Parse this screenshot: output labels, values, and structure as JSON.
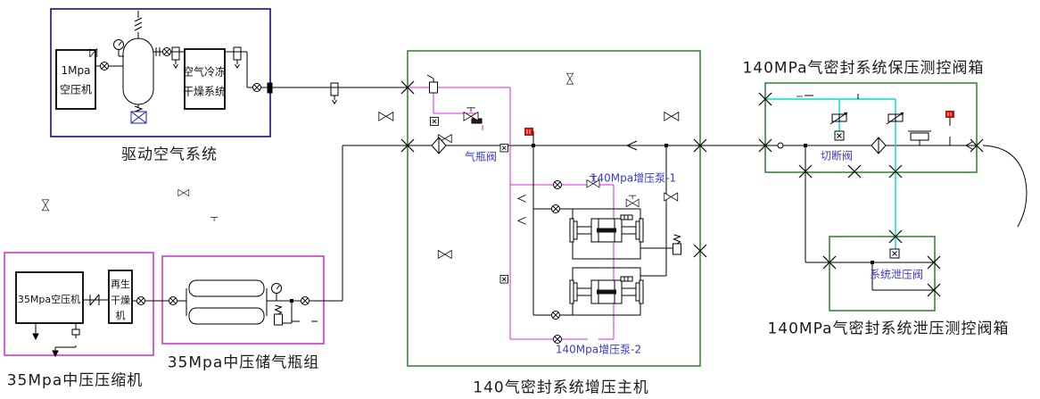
{
  "diagram": {
    "title_domain": "gas-seal pressure test system P&ID",
    "sections": {
      "drive_air": {
        "label": "驱动空气系统"
      },
      "mp_compressor": {
        "label": "35Mpa中压压缩机"
      },
      "mp_storage": {
        "label": "35Mpa中压储气瓶组"
      },
      "booster_main": {
        "label": "140气密封系统增压主机"
      },
      "holding_valve_box": {
        "label": "140MPa气密封系统保压测控阀箱"
      },
      "relief_valve_box": {
        "label": "140MPa气密封系统泄压测控阀箱"
      }
    },
    "equipment": {
      "lp_compressor": {
        "line1": "1Mpa",
        "line2": "空压机"
      },
      "air_dryer": {
        "line1": "空气冷冻",
        "line2": "干燥系统"
      },
      "mp_compressor_unit": {
        "label": "35Mpa空压机"
      },
      "regen_dryer": {
        "line1": "再生",
        "line2": "干燥",
        "line3": "机"
      }
    },
    "valve_labels": {
      "cylinder_valve": "气瓶阀",
      "booster_pump_1": "140Mpa增压泵-1",
      "booster_pump_2": "140Mpa增压泵-2",
      "cutoff_valve": "切断阀",
      "system_relief_valve": "系统泄压阀"
    },
    "icons": {
      "crossing_mark": "pipe-bulkhead-x",
      "circle_x": "quick-coupler",
      "diamond": "filter",
      "red_box": "pressure-sensor"
    },
    "colors": {
      "drive_air_border": "#000080",
      "mp_boxes_border": "#cc2bcc",
      "control_air_line": "#e020e0",
      "green_boxes": "#2f7d2f",
      "signal_line_cyan": "#00d9e0",
      "sensor_red": "#cc1111",
      "valve_label_blue": "#3a3ac8",
      "process_line": "#000000"
    }
  }
}
